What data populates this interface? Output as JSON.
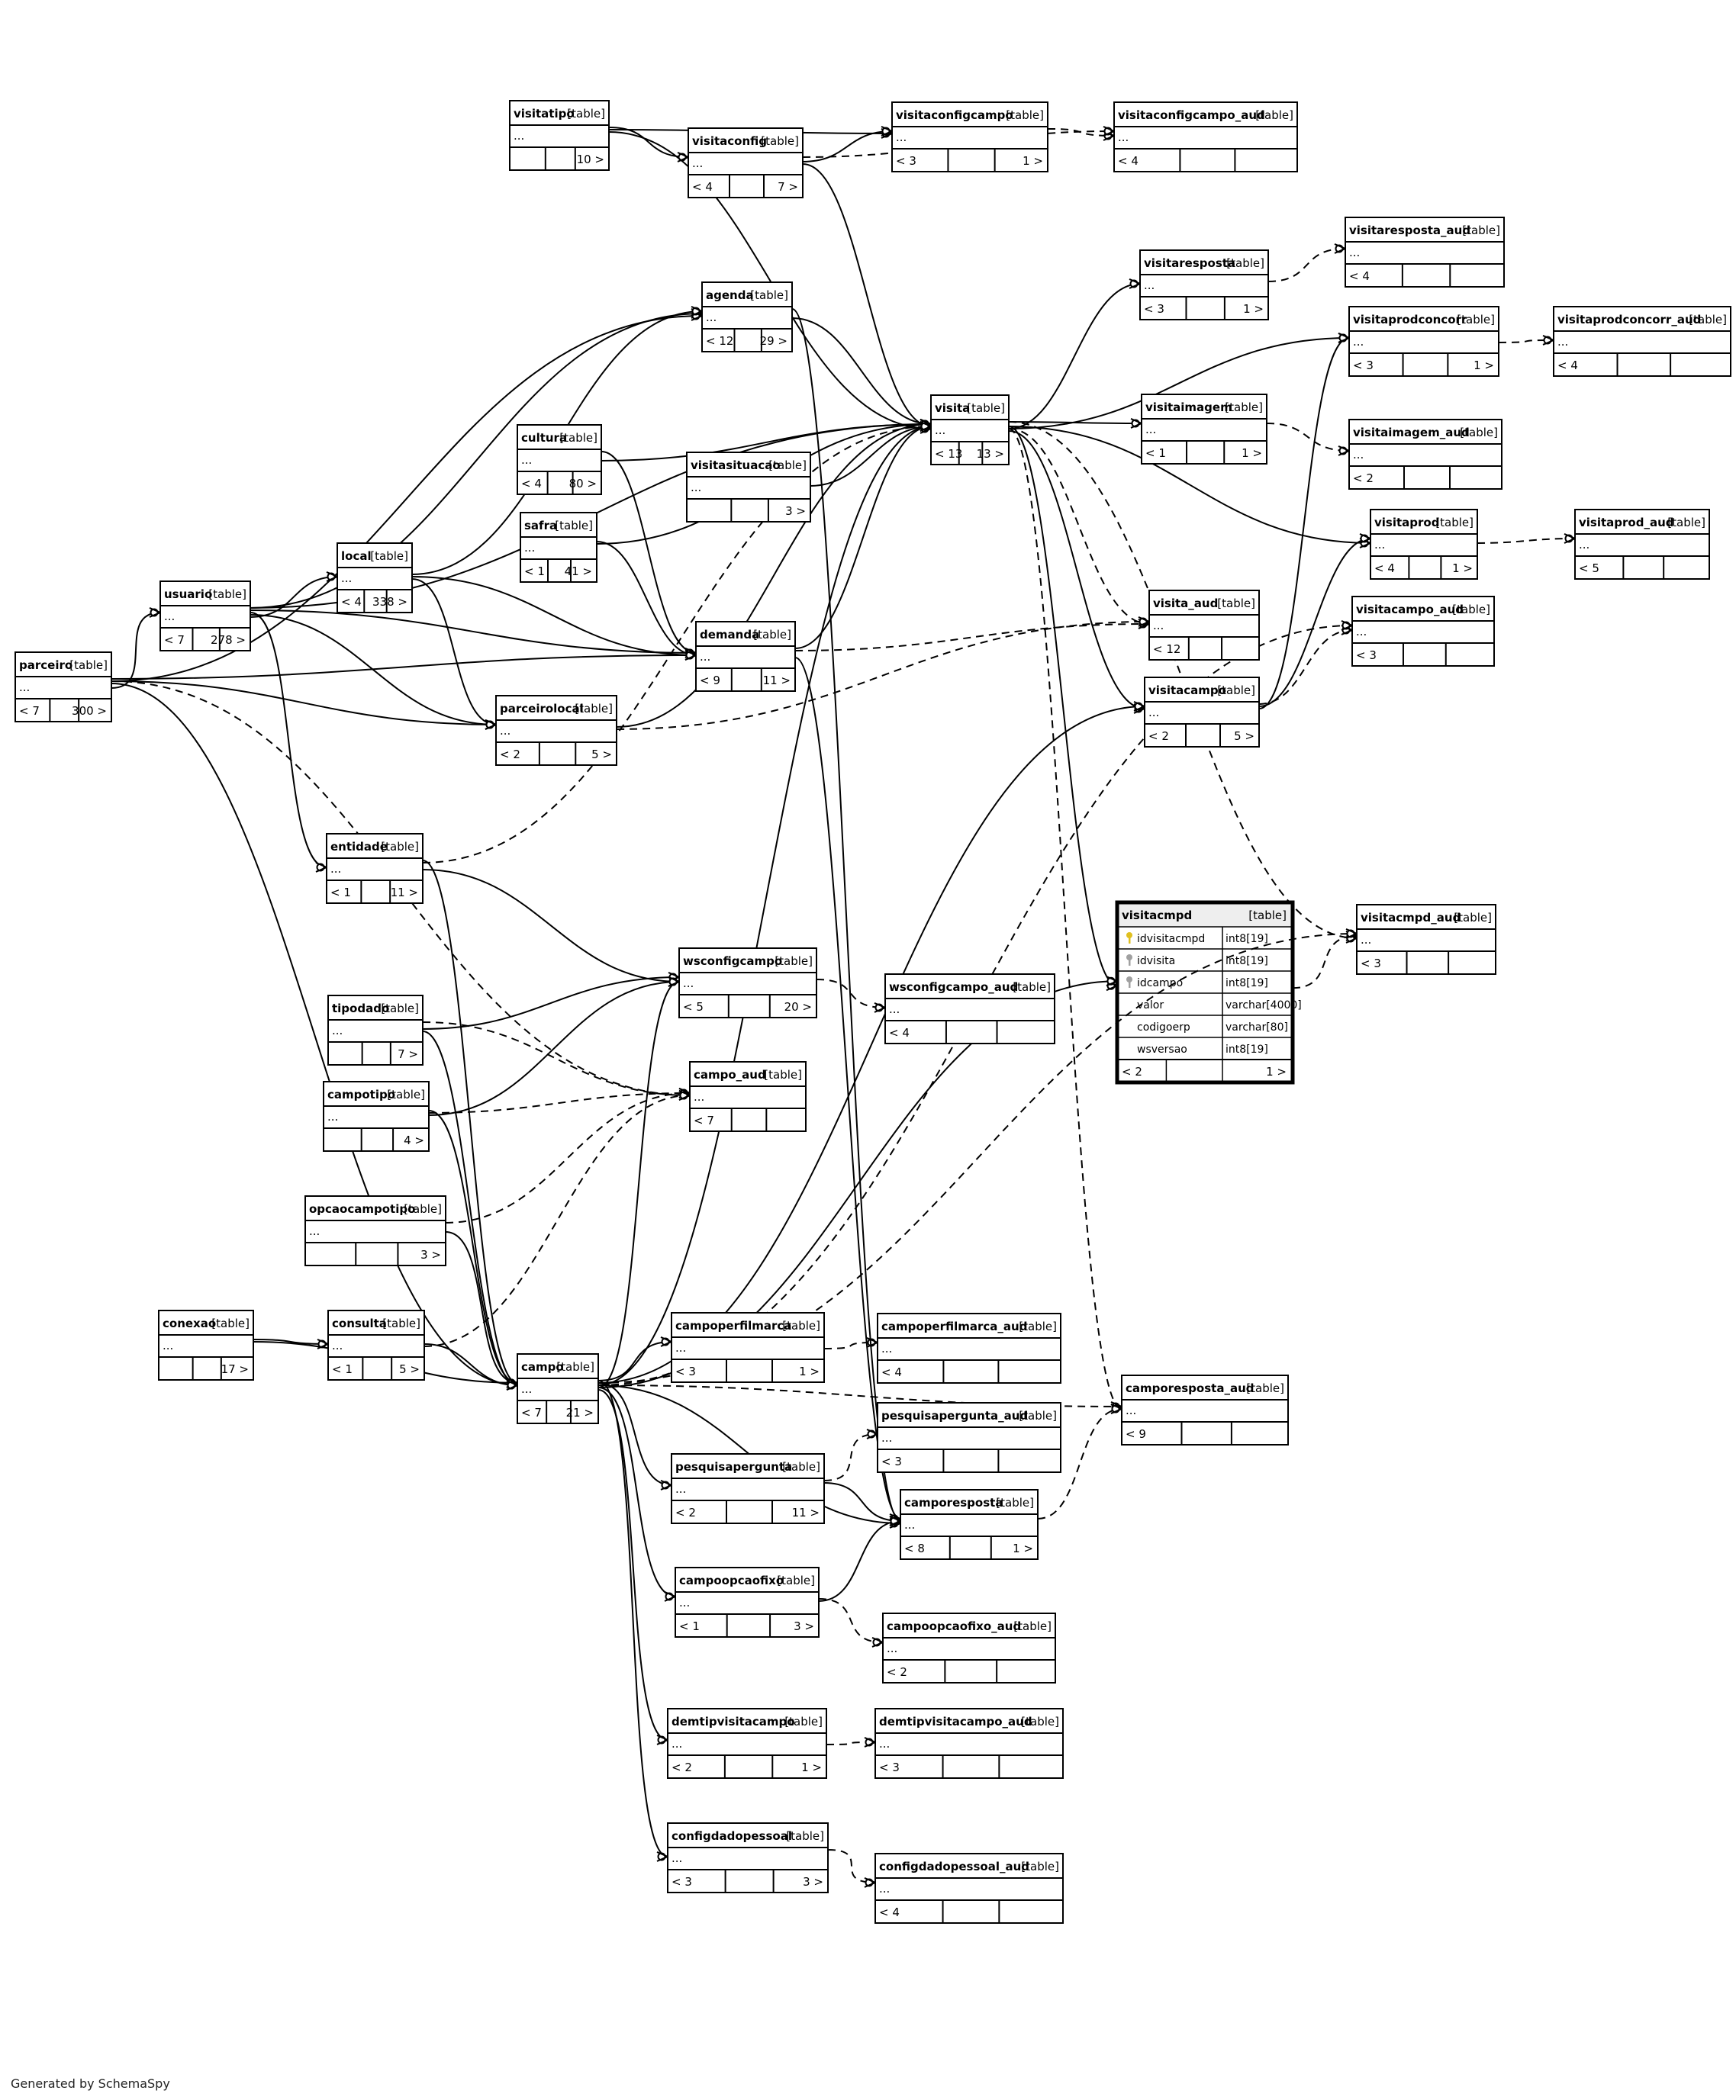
{
  "footer": "Generated by SchemaSpy",
  "tables": [
    {
      "id": "visitatipo",
      "name": "visitatipo",
      "tag": "[table]",
      "rows": [
        "..."
      ],
      "foot": [
        "",
        "",
        "10 >"
      ]
    },
    {
      "id": "visitaconfig",
      "name": "visitaconfig",
      "tag": "[table]",
      "rows": [
        "..."
      ],
      "foot": [
        "< 4",
        "",
        "7 >"
      ]
    },
    {
      "id": "visitaconfigcampo",
      "name": "visitaconfigcampo",
      "tag": "[table]",
      "rows": [
        "..."
      ],
      "foot": [
        "< 3",
        "",
        "1 >"
      ]
    },
    {
      "id": "visitaconfigcampo_aud",
      "name": "visitaconfigcampo_aud",
      "tag": "[table]",
      "rows": [
        "..."
      ],
      "foot": [
        "< 4",
        "",
        ""
      ]
    },
    {
      "id": "visitaresposta_aud",
      "name": "visitaresposta_aud",
      "tag": "[table]",
      "rows": [
        "..."
      ],
      "foot": [
        "< 4",
        "",
        ""
      ]
    },
    {
      "id": "visitaresposta",
      "name": "visitaresposta",
      "tag": "[table]",
      "rows": [
        "..."
      ],
      "foot": [
        "< 3",
        "",
        "1 >"
      ]
    },
    {
      "id": "agenda",
      "name": "agenda",
      "tag": "[table]",
      "rows": [
        "..."
      ],
      "foot": [
        "< 12",
        "",
        "29 >"
      ]
    },
    {
      "id": "visitaprodconcorr",
      "name": "visitaprodconcorr",
      "tag": "[table]",
      "rows": [
        "..."
      ],
      "foot": [
        "< 3",
        "",
        "1 >"
      ]
    },
    {
      "id": "visitaprodconcorr_aud",
      "name": "visitaprodconcorr_aud",
      "tag": "[table]",
      "rows": [
        "..."
      ],
      "foot": [
        "< 4",
        "",
        ""
      ]
    },
    {
      "id": "visita",
      "name": "visita",
      "tag": "[table]",
      "rows": [
        "..."
      ],
      "foot": [
        "< 13",
        "",
        "13 >"
      ]
    },
    {
      "id": "visitaimagem",
      "name": "visitaimagem",
      "tag": "[table]",
      "rows": [
        "..."
      ],
      "foot": [
        "< 1",
        "",
        "1 >"
      ]
    },
    {
      "id": "visitaimagem_aud",
      "name": "visitaimagem_aud",
      "tag": "[table]",
      "rows": [
        "..."
      ],
      "foot": [
        "< 2",
        "",
        ""
      ]
    },
    {
      "id": "cultura",
      "name": "cultura",
      "tag": "[table]",
      "rows": [
        "..."
      ],
      "foot": [
        "< 4",
        "",
        "80 >"
      ]
    },
    {
      "id": "visitasituacao",
      "name": "visitasituacao",
      "tag": "[table]",
      "rows": [
        "..."
      ],
      "foot": [
        "",
        "",
        "3 >"
      ]
    },
    {
      "id": "safra",
      "name": "safra",
      "tag": "[table]",
      "rows": [
        "..."
      ],
      "foot": [
        "< 1",
        "",
        "41 >"
      ]
    },
    {
      "id": "visitaprod",
      "name": "visitaprod",
      "tag": "[table]",
      "rows": [
        "..."
      ],
      "foot": [
        "< 4",
        "",
        "1 >"
      ]
    },
    {
      "id": "visitaprod_aud",
      "name": "visitaprod_aud",
      "tag": "[table]",
      "rows": [
        "..."
      ],
      "foot": [
        "< 5",
        "",
        ""
      ]
    },
    {
      "id": "local",
      "name": "local",
      "tag": "[table]",
      "rows": [
        "..."
      ],
      "foot": [
        "< 4",
        "",
        "338 >"
      ]
    },
    {
      "id": "usuario",
      "name": "usuario",
      "tag": "[table]",
      "rows": [
        "..."
      ],
      "foot": [
        "< 7",
        "",
        "278 >"
      ]
    },
    {
      "id": "visita_aud",
      "name": "visita_aud",
      "tag": "[table]",
      "rows": [
        "..."
      ],
      "foot": [
        "< 12",
        "",
        ""
      ]
    },
    {
      "id": "visitacampo_aud",
      "name": "visitacampo_aud",
      "tag": "[table]",
      "rows": [
        "..."
      ],
      "foot": [
        "< 3",
        "",
        ""
      ]
    },
    {
      "id": "demanda",
      "name": "demanda",
      "tag": "[table]",
      "rows": [
        "..."
      ],
      "foot": [
        "< 9",
        "",
        "11 >"
      ]
    },
    {
      "id": "parceiro",
      "name": "parceiro",
      "tag": "[table]",
      "rows": [
        "..."
      ],
      "foot": [
        "< 7",
        "",
        "300 >"
      ]
    },
    {
      "id": "visitacampo",
      "name": "visitacampo",
      "tag": "[table]",
      "rows": [
        "..."
      ],
      "foot": [
        "< 2",
        "",
        "5 >"
      ]
    },
    {
      "id": "parceirolocal",
      "name": "parceirolocal",
      "tag": "[table]",
      "rows": [
        "..."
      ],
      "foot": [
        "< 2",
        "",
        "5 >"
      ]
    },
    {
      "id": "entidade",
      "name": "entidade",
      "tag": "[table]",
      "rows": [
        "..."
      ],
      "foot": [
        "< 1",
        "",
        "11 >"
      ]
    },
    {
      "id": "visitacmpd_aud",
      "name": "visitacmpd_aud",
      "tag": "[table]",
      "rows": [
        "..."
      ],
      "foot": [
        "< 3",
        "",
        ""
      ]
    },
    {
      "id": "wsconfigcampo",
      "name": "wsconfigcampo",
      "tag": "[table]",
      "rows": [
        "..."
      ],
      "foot": [
        "< 5",
        "",
        "20 >"
      ]
    },
    {
      "id": "wsconfigcampo_aud",
      "name": "wsconfigcampo_aud",
      "tag": "[table]",
      "rows": [
        "..."
      ],
      "foot": [
        "< 4",
        "",
        ""
      ]
    },
    {
      "id": "tipodado",
      "name": "tipodado",
      "tag": "[table]",
      "rows": [
        "..."
      ],
      "foot": [
        "",
        "",
        "7 >"
      ]
    },
    {
      "id": "campotipo",
      "name": "campotipo",
      "tag": "[table]",
      "rows": [
        "..."
      ],
      "foot": [
        "",
        "",
        "4 >"
      ]
    },
    {
      "id": "campo_aud",
      "name": "campo_aud",
      "tag": "[table]",
      "rows": [
        "..."
      ],
      "foot": [
        "< 7",
        "",
        ""
      ]
    },
    {
      "id": "opcaocampotipo",
      "name": "opcaocampotipo",
      "tag": "[table]",
      "rows": [
        "..."
      ],
      "foot": [
        "",
        "",
        "3 >"
      ]
    },
    {
      "id": "conexao",
      "name": "conexao",
      "tag": "[table]",
      "rows": [
        "..."
      ],
      "foot": [
        "",
        "",
        "17 >"
      ]
    },
    {
      "id": "consulta",
      "name": "consulta",
      "tag": "[table]",
      "rows": [
        "..."
      ],
      "foot": [
        "< 1",
        "",
        "5 >"
      ]
    },
    {
      "id": "campo",
      "name": "campo",
      "tag": "[table]",
      "rows": [
        "..."
      ],
      "foot": [
        "< 7",
        "",
        "21 >"
      ]
    },
    {
      "id": "campoperfilmarca",
      "name": "campoperfilmarca",
      "tag": "[table]",
      "rows": [
        "..."
      ],
      "foot": [
        "< 3",
        "",
        "1 >"
      ]
    },
    {
      "id": "campoperfilmarca_aud",
      "name": "campoperfilmarca_aud",
      "tag": "[table]",
      "rows": [
        "..."
      ],
      "foot": [
        "< 4",
        "",
        ""
      ]
    },
    {
      "id": "camporesposta_aud",
      "name": "camporesposta_aud",
      "tag": "[table]",
      "rows": [
        "..."
      ],
      "foot": [
        "< 9",
        "",
        ""
      ]
    },
    {
      "id": "pesquisapergunta_aud",
      "name": "pesquisapergunta_aud",
      "tag": "[table]",
      "rows": [
        "..."
      ],
      "foot": [
        "< 3",
        "",
        ""
      ]
    },
    {
      "id": "pesquisapergunta",
      "name": "pesquisapergunta",
      "tag": "[table]",
      "rows": [
        "..."
      ],
      "foot": [
        "< 2",
        "",
        "11 >"
      ]
    },
    {
      "id": "camporesposta",
      "name": "camporesposta",
      "tag": "[table]",
      "rows": [
        "..."
      ],
      "foot": [
        "< 8",
        "",
        "1 >"
      ]
    },
    {
      "id": "campoopcaofixo",
      "name": "campoopcaofixo",
      "tag": "[table]",
      "rows": [
        "..."
      ],
      "foot": [
        "< 1",
        "",
        "3 >"
      ]
    },
    {
      "id": "campoopcaofixo_aud",
      "name": "campoopcaofixo_aud",
      "tag": "[table]",
      "rows": [
        "..."
      ],
      "foot": [
        "< 2",
        "",
        ""
      ]
    },
    {
      "id": "demtipvisitacampo",
      "name": "demtipvisitacampo",
      "tag": "[table]",
      "rows": [
        "..."
      ],
      "foot": [
        "< 2",
        "",
        "1 >"
      ]
    },
    {
      "id": "demtipvisitacampo_aud",
      "name": "demtipvisitacampo_aud",
      "tag": "[table]",
      "rows": [
        "..."
      ],
      "foot": [
        "< 3",
        "",
        ""
      ]
    },
    {
      "id": "configdadopessoal",
      "name": "configdadopessoal",
      "tag": "[table]",
      "rows": [
        "..."
      ],
      "foot": [
        "< 3",
        "",
        "3 >"
      ]
    },
    {
      "id": "configdadopessoal_aud",
      "name": "configdadopessoal_aud",
      "tag": "[table]",
      "rows": [
        "..."
      ],
      "foot": [
        "< 4",
        "",
        ""
      ]
    }
  ],
  "focus_table": {
    "id": "visitacmpd",
    "name": "visitacmpd",
    "tag": "[table]",
    "columns": [
      {
        "key": "pk",
        "name": "idvisitacmpd",
        "type": "int8[19]"
      },
      {
        "key": "fk",
        "name": "idvisita",
        "type": "int8[19]"
      },
      {
        "key": "fk",
        "name": "idcampo",
        "type": "int8[19]"
      },
      {
        "key": "",
        "name": "valor",
        "type": "varchar[4000]"
      },
      {
        "key": "",
        "name": "codigoerp",
        "type": "varchar[80]"
      },
      {
        "key": "",
        "name": "wsversao",
        "type": "int8[19]"
      }
    ],
    "foot": [
      "< 2",
      "",
      "1 >"
    ],
    "key_colors": {
      "pk": "#e0c020",
      "fk": "#a0a0a0"
    }
  },
  "relationships": [
    [
      "visitatipo",
      "visitaconfig",
      "solid"
    ],
    [
      "visitatipo",
      "visitaconfigcampo",
      "solid"
    ],
    [
      "visitatipo",
      "visita",
      "solid"
    ],
    [
      "visitaconfig",
      "visitaconfigcampo",
      "solid"
    ],
    [
      "visitaconfig",
      "visita",
      "solid"
    ],
    [
      "visitaconfigcampo",
      "visitaconfigcampo_aud",
      "dashed"
    ],
    [
      "visitaconfig",
      "visitaconfigcampo_aud",
      "dashed"
    ],
    [
      "visitaresposta",
      "visitaresposta_aud",
      "dashed"
    ],
    [
      "visita",
      "visitaresposta",
      "solid"
    ],
    [
      "agenda",
      "visita",
      "solid"
    ],
    [
      "usuario",
      "agenda",
      "solid"
    ],
    [
      "parceiro",
      "agenda",
      "solid"
    ],
    [
      "local",
      "agenda",
      "solid"
    ],
    [
      "visita",
      "visitaprodconcorr",
      "solid"
    ],
    [
      "visitaprodconcorr",
      "visitaprodconcorr_aud",
      "dashed"
    ],
    [
      "visita",
      "visitaimagem",
      "solid"
    ],
    [
      "visitaimagem",
      "visitaimagem_aud",
      "dashed"
    ],
    [
      "visita",
      "visitaprod",
      "solid"
    ],
    [
      "visitaprod",
      "visitaprod_aud",
      "dashed"
    ],
    [
      "visita",
      "visitacampo",
      "solid"
    ],
    [
      "visitacampo",
      "visitacampo_aud",
      "dashed"
    ],
    [
      "visitacampo",
      "visitaprod",
      "solid"
    ],
    [
      "visitacampo",
      "visitaprodconcorr",
      "solid"
    ],
    [
      "visita",
      "visita_aud",
      "dashed"
    ],
    [
      "cultura",
      "visita",
      "solid"
    ],
    [
      "cultura",
      "demanda",
      "solid"
    ],
    [
      "safra",
      "demanda",
      "solid"
    ],
    [
      "safra",
      "visita",
      "solid"
    ],
    [
      "visitasituacao",
      "visita",
      "solid"
    ],
    [
      "usuario",
      "local",
      "solid"
    ],
    [
      "usuario",
      "visita",
      "solid"
    ],
    [
      "usuario",
      "demanda",
      "solid"
    ],
    [
      "usuario",
      "entidade",
      "solid"
    ],
    [
      "usuario",
      "parceirolocal",
      "solid"
    ],
    [
      "parceiro",
      "usuario",
      "solid"
    ],
    [
      "parceiro",
      "demanda",
      "solid"
    ],
    [
      "parceiro",
      "parceirolocal",
      "solid"
    ],
    [
      "parceiro",
      "campo",
      "solid"
    ],
    [
      "local",
      "demanda",
      "solid"
    ],
    [
      "local",
      "parceirolocal",
      "solid"
    ],
    [
      "demanda",
      "visita",
      "solid"
    ],
    [
      "demanda",
      "visita_aud",
      "dashed"
    ],
    [
      "parceirolocal",
      "visita",
      "solid"
    ],
    [
      "parceirolocal",
      "visita_aud",
      "dashed"
    ],
    [
      "entidade",
      "wsconfigcampo",
      "solid"
    ],
    [
      "entidade",
      "campo",
      "solid"
    ],
    [
      "entidade",
      "visita",
      "dashed"
    ],
    [
      "wsconfigcampo",
      "wsconfigcampo_aud",
      "dashed"
    ],
    [
      "tipodado",
      "wsconfigcampo",
      "solid"
    ],
    [
      "tipodado",
      "campo",
      "solid"
    ],
    [
      "tipodado",
      "campo_aud",
      "dashed"
    ],
    [
      "campotipo",
      "campo",
      "solid"
    ],
    [
      "campotipo",
      "campo_aud",
      "dashed"
    ],
    [
      "campotipo",
      "wsconfigcampo",
      "solid"
    ],
    [
      "opcaocampotipo",
      "campo",
      "solid"
    ],
    [
      "opcaocampotipo",
      "campo_aud",
      "dashed"
    ],
    [
      "conexao",
      "consulta",
      "solid"
    ],
    [
      "conexao",
      "campo",
      "solid"
    ],
    [
      "consulta",
      "campo",
      "solid"
    ],
    [
      "consulta",
      "campo_aud",
      "dashed"
    ],
    [
      "campo",
      "campoperfilmarca",
      "solid"
    ],
    [
      "campo",
      "pesquisapergunta",
      "solid"
    ],
    [
      "campo",
      "camporesposta",
      "solid"
    ],
    [
      "campo",
      "campoopcaofixo",
      "solid"
    ],
    [
      "campo",
      "demtipvisitacampo",
      "solid"
    ],
    [
      "campo",
      "configdadopessoal",
      "solid"
    ],
    [
      "campo",
      "visitacampo",
      "solid"
    ],
    [
      "campo",
      "visita",
      "solid"
    ],
    [
      "campo",
      "wsconfigcampo",
      "solid"
    ],
    [
      "campoperfilmarca",
      "campoperfilmarca_aud",
      "dashed"
    ],
    [
      "pesquisapergunta",
      "pesquisapergunta_aud",
      "dashed"
    ],
    [
      "camporesposta",
      "camporesposta_aud",
      "dashed"
    ],
    [
      "campoopcaofixo",
      "campoopcaofixo_aud",
      "dashed"
    ],
    [
      "campoopcaofixo",
      "camporesposta",
      "solid"
    ],
    [
      "demtipvisitacampo",
      "demtipvisitacampo_aud",
      "dashed"
    ],
    [
      "configdadopessoal",
      "configdadopessoal_aud",
      "dashed"
    ],
    [
      "pesquisapergunta",
      "camporesposta",
      "solid"
    ],
    [
      "visita",
      "visitacmpd",
      "solid"
    ],
    [
      "campo",
      "visitacmpd",
      "solid"
    ],
    [
      "visitacmpd",
      "visitacmpd_aud",
      "dashed"
    ],
    [
      "visita",
      "visitacmpd_aud",
      "dashed"
    ],
    [
      "campo",
      "visitacmpd_aud",
      "dashed"
    ],
    [
      "campo",
      "camporesposta_aud",
      "dashed"
    ],
    [
      "visita",
      "camporesposta_aud",
      "dashed"
    ],
    [
      "demanda",
      "camporesposta",
      "solid"
    ],
    [
      "agenda",
      "camporesposta",
      "solid"
    ],
    [
      "parceiro",
      "campo_aud",
      "dashed"
    ],
    [
      "campo",
      "visitacampo_aud",
      "dashed"
    ]
  ]
}
